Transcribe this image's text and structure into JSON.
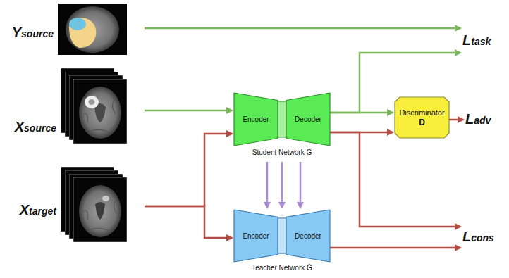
{
  "diagram": {
    "nodes": [
      {
        "text": [
          "Ysource"
        ]
      },
      {
        "text": [
          "Xsource"
        ]
      },
      {
        "text": [
          "Xtarget"
        ]
      },
      {
        "text": [
          "Student Network G"
        ]
      },
      {
        "text": [
          "Encoder"
        ],
        "in": 3
      },
      {
        "text": [
          "Decoder"
        ],
        "in": 3
      },
      {
        "text": [
          "Teacher Network Ḡ"
        ]
      },
      {
        "text": [
          "Encoder"
        ],
        "in": 6
      },
      {
        "text": [
          "Decoder"
        ],
        "in": 6
      },
      {
        "text": [
          "Discriminator",
          "D"
        ]
      },
      {
        "text": [
          "Ltask"
        ]
      },
      {
        "text": [
          "Ladv"
        ]
      },
      {
        "text": [
          "Lcons"
        ]
      }
    ],
    "edges": [
      {
        "from": 0,
        "to": 10,
        "arrow": "to"
      },
      {
        "from": 1,
        "to": 4,
        "arrow": "to"
      },
      {
        "from": 2,
        "to": 4,
        "arrow": "to"
      },
      {
        "from": 2,
        "to": 7,
        "arrow": "to"
      },
      {
        "from": 3,
        "to": 6,
        "arrow": "to"
      },
      {
        "from": 3,
        "to": 6,
        "arrow": "to"
      },
      {
        "from": 3,
        "to": 6,
        "arrow": "to"
      },
      {
        "from": 5,
        "to": 10,
        "arrow": "to"
      },
      {
        "from": 5,
        "to": 9,
        "arrow": "to"
      },
      {
        "from": 5,
        "to": 9,
        "arrow": "to"
      },
      {
        "from": 9,
        "to": 11,
        "arrow": "to"
      },
      {
        "from": 5,
        "to": 12,
        "arrow": "to"
      },
      {
        "from": 8,
        "to": 12,
        "arrow": "to"
      }
    ]
  }
}
